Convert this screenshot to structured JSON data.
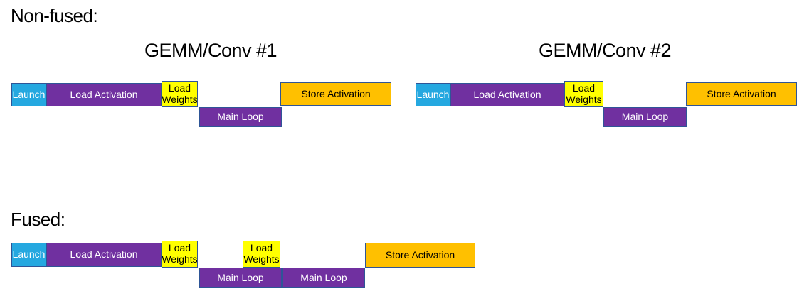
{
  "sections": {
    "non_fused_label": "Non-fused:",
    "fused_label": "Fused:"
  },
  "titles": {
    "gemm_conv_1": "GEMM/Conv #1",
    "gemm_conv_2": "GEMM/Conv #2"
  },
  "box_labels": {
    "launch": "Launch",
    "load_activation": "Load Activation",
    "load_weights": "Load Weights",
    "main_loop": "Main Loop",
    "store_activation": "Store Activation"
  },
  "colors": {
    "launch_fill": "#25A8E0",
    "purple_fill": "#7030A0",
    "yellow_fill": "#FFFF00",
    "orange_fill": "#FFC000",
    "border": "#2F5597",
    "text_on_dark": "#FFFFFF",
    "text_on_light": "#000000"
  }
}
